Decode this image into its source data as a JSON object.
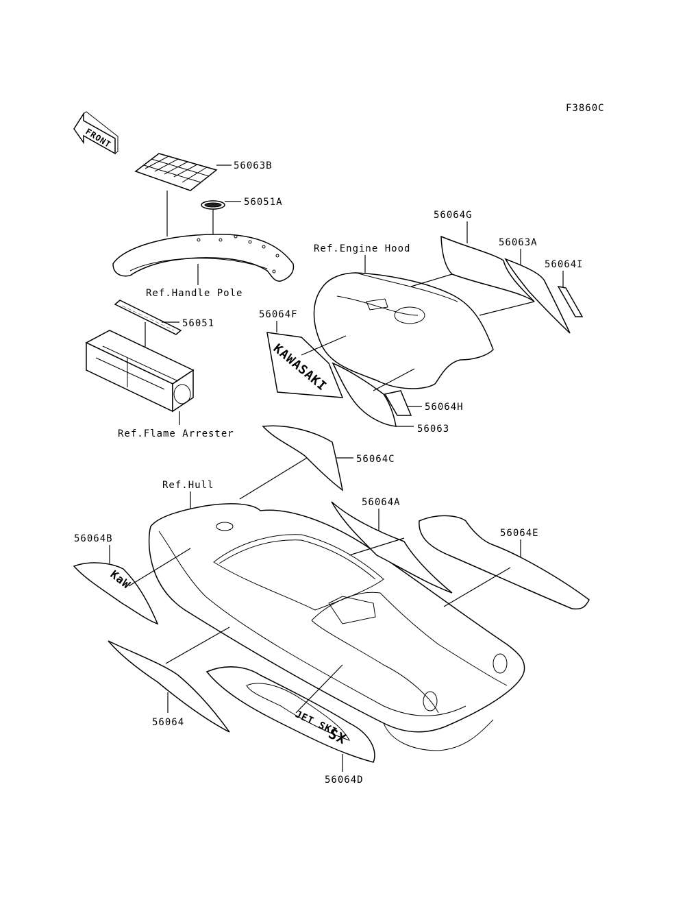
{
  "figure_id": "F3860C",
  "front_label": "FRONT",
  "labels": {
    "p56063B": "56063B",
    "p56051A": "56051A",
    "handle_pole": "Ref.Handle Pole",
    "p56051": "56051",
    "flame_arrester": "Ref.Flame Arrester",
    "engine_hood": "Ref.Engine Hood",
    "p56064G": "56064G",
    "p56063A": "56063A",
    "p56064I": "56064I",
    "p56064F": "56064F",
    "p56064H": "56064H",
    "p56063": "56063",
    "p56064C": "56064C",
    "hull": "Ref.Hull",
    "p56064A": "56064A",
    "p56064E": "56064E",
    "p56064B": "56064B",
    "p56064": "56064",
    "p56064D": "56064D"
  },
  "decal_text": {
    "kawasaki": "KAWASAKI",
    "sx": "SX",
    "jet_ski": "JET SKI",
    "k_short": "KaW"
  }
}
